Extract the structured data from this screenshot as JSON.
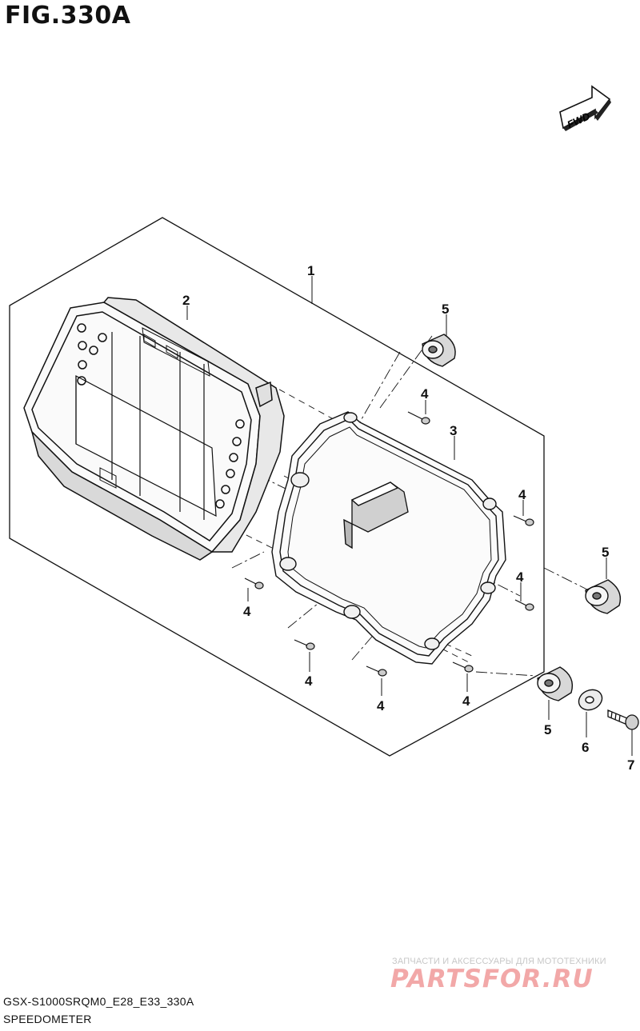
{
  "figure": {
    "title": "FIG.330A"
  },
  "direction_badge": {
    "text": "FWD"
  },
  "callouts": [
    {
      "id": "1",
      "label": "1"
    },
    {
      "id": "2",
      "label": "2"
    },
    {
      "id": "3",
      "label": "3"
    },
    {
      "id": "4a",
      "label": "4"
    },
    {
      "id": "4b",
      "label": "4"
    },
    {
      "id": "4c",
      "label": "4"
    },
    {
      "id": "4d",
      "label": "4"
    },
    {
      "id": "4e",
      "label": "4"
    },
    {
      "id": "4f",
      "label": "4"
    },
    {
      "id": "4g",
      "label": "4"
    },
    {
      "id": "5a",
      "label": "5"
    },
    {
      "id": "5b",
      "label": "5"
    },
    {
      "id": "5c",
      "label": "5"
    },
    {
      "id": "6",
      "label": "6"
    },
    {
      "id": "7",
      "label": "7"
    }
  ],
  "footer": {
    "code": "GSX-S1000SRQM0_E28_E33_330A",
    "name": "SPEEDOMETER"
  },
  "watermark": {
    "tagline": "ЗАПЧАСТИ И АКСЕССУАРЫ ДЛЯ МОТОТЕХНИКИ",
    "logo": "PARTSFOR.RU"
  }
}
